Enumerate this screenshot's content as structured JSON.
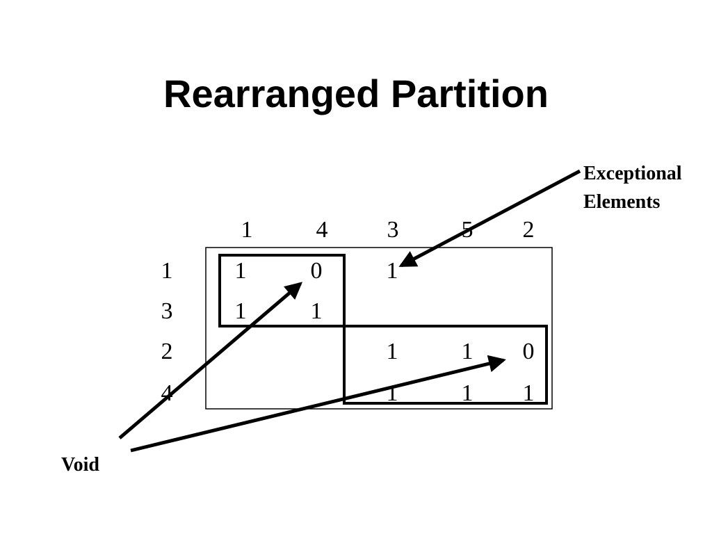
{
  "slide": {
    "title": "Rearranged Partition"
  },
  "matrix": {
    "column_headers": [
      "1",
      "4",
      "3",
      "5",
      "2"
    ],
    "row_headers": [
      "1",
      "3",
      "2",
      "4"
    ],
    "cells": [
      [
        "1",
        "0",
        "1",
        "",
        ""
      ],
      [
        "1",
        "1",
        "",
        "",
        ""
      ],
      [
        "",
        "",
        "1",
        "1",
        "0"
      ],
      [
        "",
        "",
        "1",
        "1",
        "1"
      ]
    ]
  },
  "annotations": {
    "exceptional_line1": "Exceptional",
    "exceptional_line2": "Elements",
    "void": "Void"
  }
}
